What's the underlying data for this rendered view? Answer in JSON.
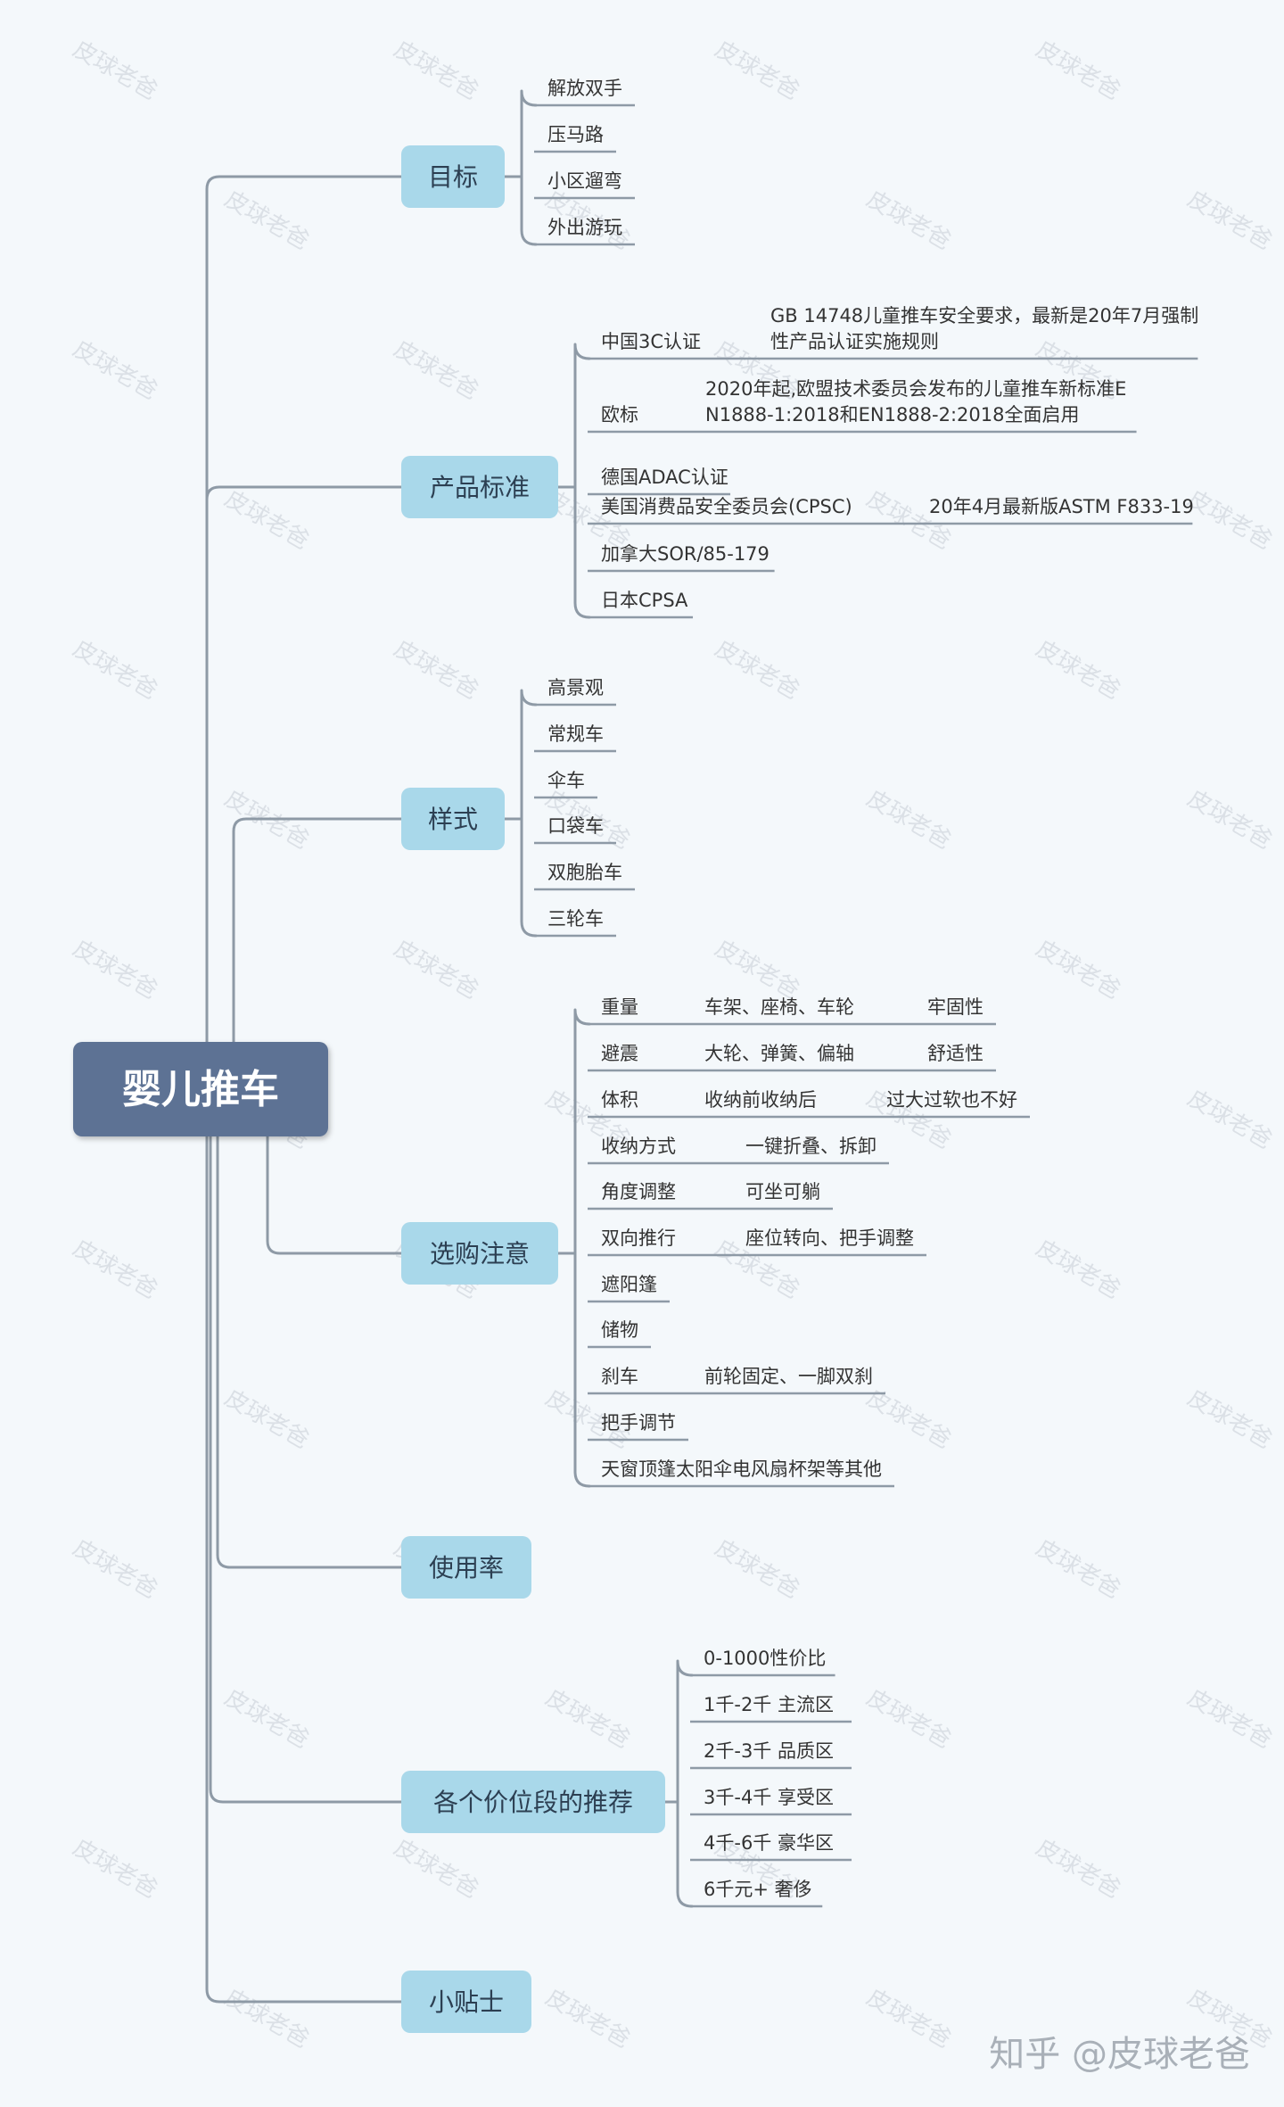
{
  "root": {
    "label": "婴儿推车"
  },
  "colors": {
    "root_fill": "#5d7294",
    "branch_fill": "#a9d8ea",
    "line": "#8e9aa6",
    "background": "#f4f8fb"
  },
  "branches": [
    {
      "id": "goal",
      "label": "目标",
      "items": [
        [
          "解放双手"
        ],
        [
          "压马路"
        ],
        [
          "小区遛弯"
        ],
        [
          "外出游玩"
        ]
      ]
    },
    {
      "id": "standard",
      "label": "产品标准",
      "items": [
        [
          "中国3C认证",
          "GB 14748儿童推车安全要求，最新是20年7月强制性产品认证实施规则"
        ],
        [
          "欧标",
          "2020年起,欧盟技术委员会发布的儿童推车新标准EN1888-1:2018和EN1888-2:2018全面启用"
        ],
        [
          "德国ADAC认证"
        ],
        [
          "美国消费品安全委员会(CPSC)",
          "20年4月最新版ASTM F833-19"
        ],
        [
          "加拿大SOR/85-179"
        ],
        [
          "日本CPSA"
        ]
      ]
    },
    {
      "id": "style",
      "label": "样式",
      "items": [
        [
          "高景观"
        ],
        [
          "常规车"
        ],
        [
          "伞车"
        ],
        [
          "口袋车"
        ],
        [
          "双胞胎车"
        ],
        [
          "三轮车"
        ]
      ]
    },
    {
      "id": "buying",
      "label": "选购注意",
      "items": [
        [
          "重量",
          "车架、座椅、车轮",
          "牢固性"
        ],
        [
          "避震",
          "大轮、弹簧、偏轴",
          "舒适性"
        ],
        [
          "体积",
          "收纳前收纳后",
          "过大过软也不好"
        ],
        [
          "收纳方式",
          "一键折叠、拆卸"
        ],
        [
          "角度调整",
          "可坐可躺"
        ],
        [
          "双向推行",
          "座位转向、把手调整"
        ],
        [
          "遮阳篷"
        ],
        [
          "储物"
        ],
        [
          "刹车",
          "前轮固定、一脚双刹"
        ],
        [
          "把手调节"
        ],
        [
          "天窗顶篷太阳伞电风扇杯架等其他"
        ]
      ]
    },
    {
      "id": "usage",
      "label": "使用率",
      "items": []
    },
    {
      "id": "price",
      "label": "各个价位段的推荐",
      "items": [
        [
          "0-1000性价比"
        ],
        [
          "1千-2千 主流区"
        ],
        [
          "2千-3千 品质区"
        ],
        [
          "3千-4千 享受区"
        ],
        [
          "4千-6千 豪华区"
        ],
        [
          "6千元+ 奢侈"
        ]
      ]
    },
    {
      "id": "tips",
      "label": "小贴士",
      "items": []
    }
  ],
  "watermark": "皮球老爸",
  "credit": "知乎 @皮球老爸"
}
